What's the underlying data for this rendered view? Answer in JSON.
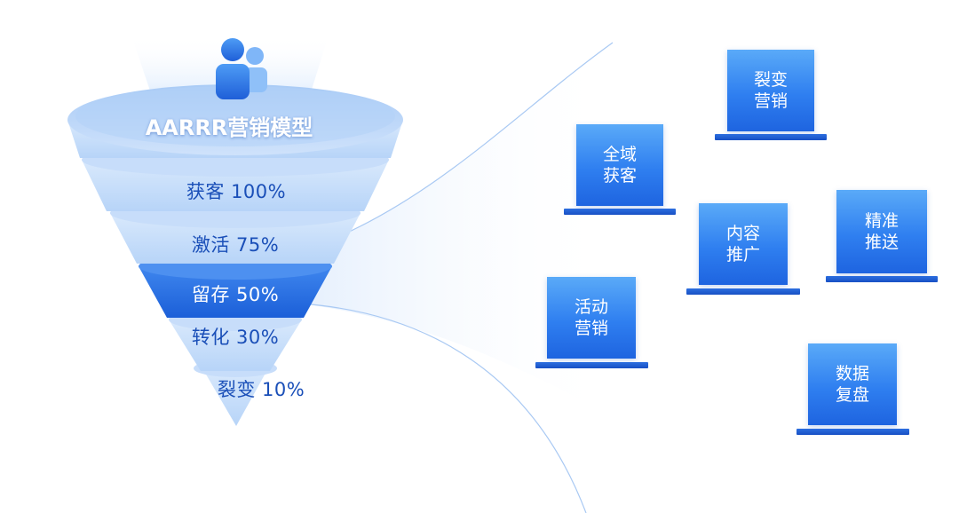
{
  "title": "AARRR营销模型",
  "funnel_stages": [
    {
      "label": "获客 100%"
    },
    {
      "label": "激活 75%"
    },
    {
      "label": "留存 50%",
      "highlighted": true
    },
    {
      "label": "转化 30%"
    },
    {
      "label": "裂变  10%"
    }
  ],
  "icons": {
    "header": "users-icon",
    "device": "laptop-icon"
  },
  "laptops": [
    {
      "label": "裂变\n营销"
    },
    {
      "label": "全域\n获客"
    },
    {
      "label": "精准\n推送"
    },
    {
      "label": "内容\n推广"
    },
    {
      "label": "活动\n营销"
    },
    {
      "label": "数据\n复盘"
    }
  ],
  "colors": {
    "primary": "#1f66e0",
    "light": "#cfe3fb",
    "text": "#1a4fb8"
  }
}
